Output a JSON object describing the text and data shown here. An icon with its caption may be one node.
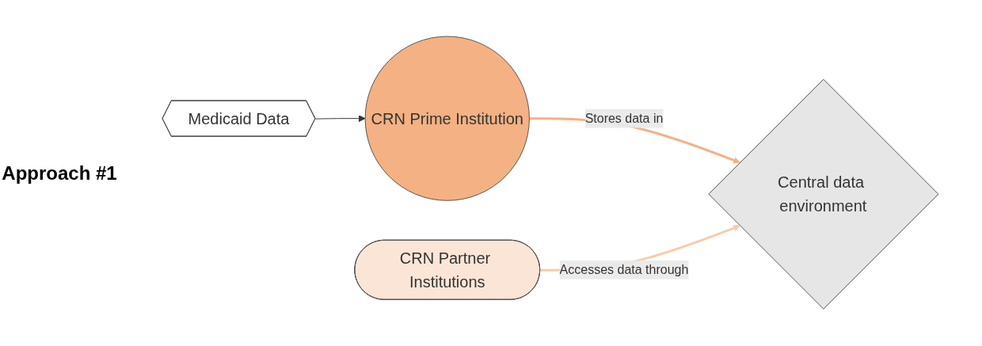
{
  "diagram": {
    "nodes": [
      {
        "text": [
          "Medicaid Data"
        ]
      },
      {
        "text": [
          "CRN Prime Institution"
        ]
      },
      {
        "text": [
          "Central data environment"
        ]
      },
      {
        "text": [
          "CRN Partner Institutions"
        ]
      }
    ],
    "edges": [
      {
        "from": 0,
        "to": 1,
        "arrow": "to"
      },
      {
        "from": 1,
        "to": 2,
        "arrow": "to",
        "label": "Stores data in",
        "color": "#f4b183"
      },
      {
        "from": 3,
        "to": 2,
        "arrow": "to",
        "label": "Accesses data through",
        "color": "#f8cbad"
      }
    ],
    "labels": [
      "Approach #1"
    ]
  }
}
